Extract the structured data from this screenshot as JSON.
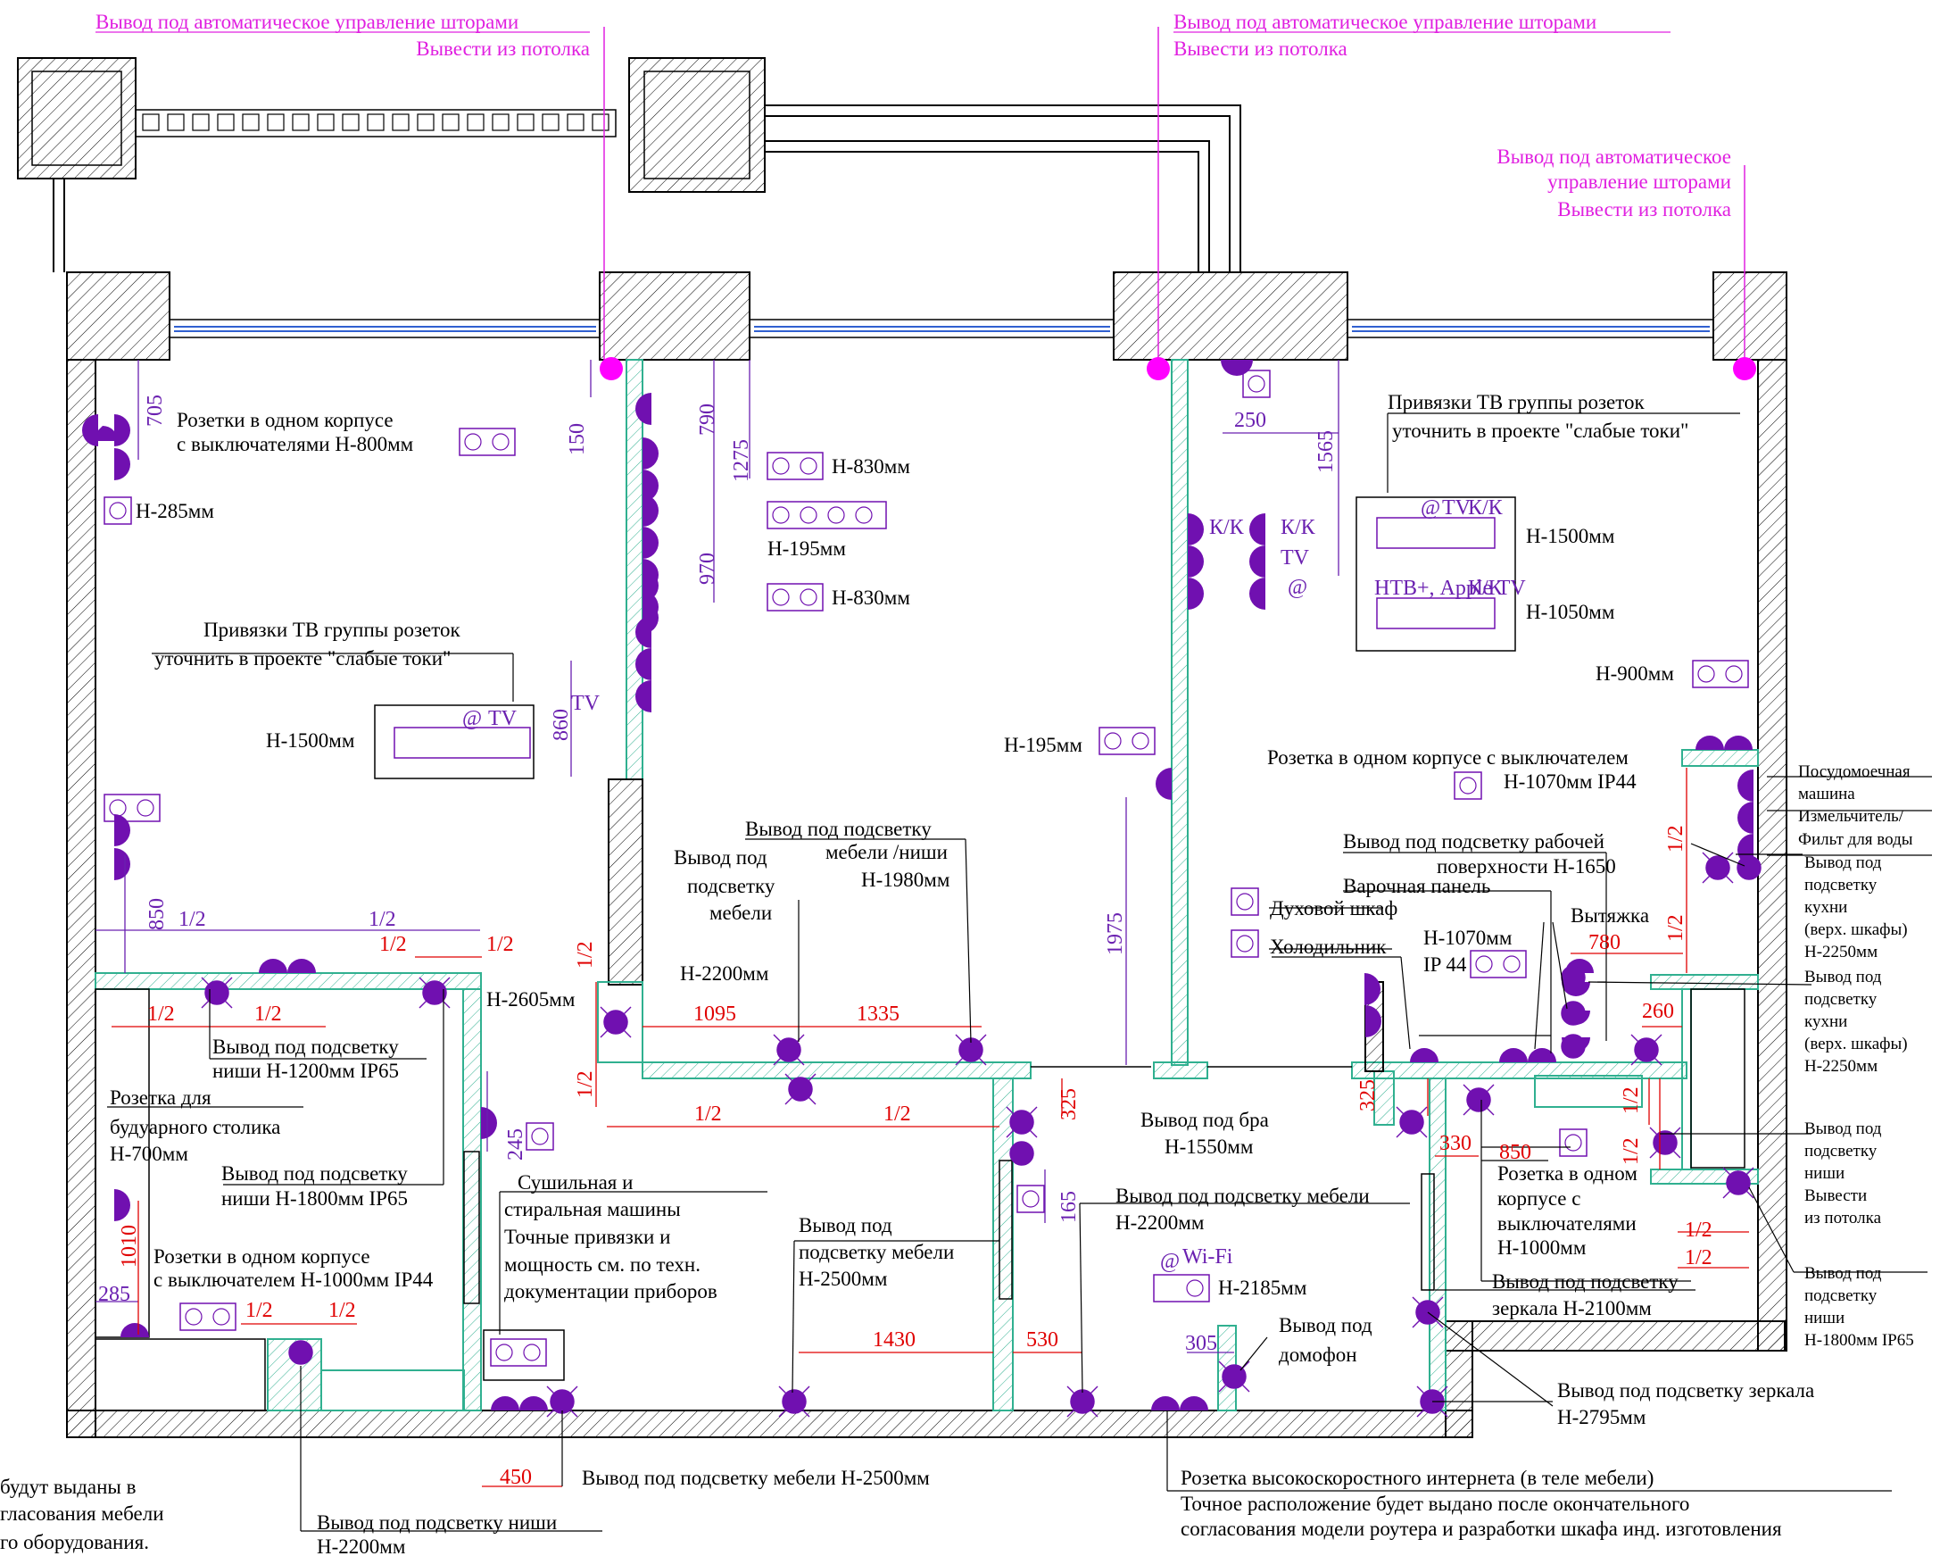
{
  "curtain_notes": {
    "a1": "Вывод под автоматическое управление шторами",
    "a2": "Вывести из потолка",
    "b1": "Вывод под автоматическое управление шторами",
    "b2": "Вывести из потолка",
    "c1": "Вывод под автоматическое",
    "c2": "управление шторами",
    "c3": "Вывести из потолка"
  },
  "labels": {
    "bedroom_sockets_1": "Розетки в одном корпусе",
    "bedroom_sockets_2": "с выключателями Н-800мм",
    "h285": "Н-285мм",
    "tv_bind_1": "Привязки ТВ группы розеток",
    "tv_bind_2": "уточнить в проекте \"слабые токи\"",
    "h1500_left": "Н-1500мм",
    "h830_a": "Н-830мм",
    "h195_a": "Н-195мм",
    "h830_b": "Н-830мм",
    "tv_bind_r1": "Привязки ТВ группы розеток",
    "tv_bind_r2": "уточнить в проекте \"слабые токи\"",
    "h1500_right": "Н-1500мм",
    "h1050": "Н-1050мм",
    "h900": "Н-900мм",
    "h195_b": "Н-195мм",
    "ip44_socket_1": "Розетка в одном корпусе с выключателем",
    "ip44_socket_2": "Н-1070мм   IP44",
    "dishwasher_1": "Посудомоечная",
    "dishwasher_2": "машина",
    "shredder_1": "Измельчитель/",
    "shredder_2": "Фильт для воды",
    "kitchen_light_1": "Вывод под",
    "kitchen_light_2": "подсветку",
    "kitchen_light_3": "кухни",
    "kitchen_light_4": "(верх. шкафы)",
    "kitchen_light_5": "Н-2250мм",
    "kitchen_light_b1": "Вывод под",
    "kitchen_light_b2": "подсветку",
    "kitchen_light_b3": "кухни",
    "kitchen_light_b4": "(верх. шкафы)",
    "kitchen_light_b5": "Н-2250мм",
    "work_light_1": "Вывод под подсветку рабочей",
    "work_light_2": "поверхности Н-1650",
    "hob": "Варочная панель",
    "oven": "Духовой шкаф",
    "fridge": "Холодильник",
    "hood": "Вытяжка",
    "h1070": "Н-1070мм",
    "ip44": "IP 44",
    "furn_niche_1": "Вывод под подсветку",
    "furn_niche_2": "мебели /ниши",
    "furn_niche_3": "Н-1980мм",
    "furn_2200_1": "Вывод под",
    "furn_2200_2": "подсветку",
    "furn_2200_3": "мебели",
    "furn_2200_4": "Н-2200мм",
    "h2605": "Н-2605мм",
    "niche1200_1": "Вывод под подсветку",
    "niche1200_2": "ниши  Н-1200мм  IP65",
    "vanity_1": "Розетка для",
    "vanity_2": "будуарного столика",
    "vanity_3": "Н-700мм",
    "niche1800_1": "Вывод под подсветку",
    "niche1800_2": "ниши  Н-1800мм  IP65",
    "bath_sockets_1": "Розетки в одном корпусе",
    "bath_sockets_2": "с выключателем Н-1000мм IP44",
    "washer_1": "Сушильная и",
    "washer_2": "стиральная машины",
    "washer_3": "Точные привязки и",
    "washer_4": "мощность см. по техн.",
    "washer_5": "документации приборов",
    "furn2500_1": "Вывод под",
    "furn2500_2": "подсветку мебели",
    "furn2500_3": "Н-2500мм",
    "sconce_1": "Вывод под бра",
    "sconce_2": "Н-1550мм",
    "furnlight_1": "Вывод под подсветку мебели",
    "furnlight_2": "Н-2200мм",
    "wifi": "Wi-Fi",
    "h2185": "Н-2185мм",
    "intercom_1": "Вывод под",
    "intercom_2": "домофон",
    "socket1000_1": "Розетка в одном",
    "socket1000_2": "корпусе с",
    "socket1000_3": "выключателями",
    "socket1000_4": "Н-1000мм",
    "mirror2100_1": "Вывод под подсветку",
    "mirror2100_2": "зеркала  Н-2100мм",
    "niche_ceil_1": "Вывод под",
    "niche_ceil_2": "подсветку",
    "niche_ceil_3": "ниши",
    "niche_ceil_4": "Вывести",
    "niche_ceil_5": "из потолка",
    "niche1800r_1": "Вывод под",
    "niche1800r_2": "подсветку",
    "niche1800r_3": "ниши",
    "niche1800r_4": "Н-1800мм  IP65",
    "mirror2795_1": "Вывод под подсветку зеркала",
    "mirror2795_2": "Н-2795мм",
    "furn2500b": "Вывод под  подсветку мебели Н-2500мм",
    "niche2200_1": "Вывод под  подсветку ниши",
    "niche2200_2": "Н-2200мм",
    "internet_1": "Розетка высокоскоростного интернета  (в теле мебели)",
    "internet_2": "Точное расположение будет выдано после окончательного",
    "internet_3": "согласования модели роутера и разработки шкафа инд. изготовления",
    "footer_1": "будут выданы в",
    "footer_2": "гласования мебели",
    "footer_3": "го оборудования."
  },
  "marks": {
    "kk1": "К/К",
    "kk2": "К/К",
    "tv": "TV",
    "at": "@",
    "tv_left": "TV",
    "panel_at": "@",
    "panel_tv": "TV",
    "panel_kk": "К/К",
    "panel_htb": "НТВ+, Apple TV",
    "panel_kk2": "К/К",
    "panel_left_at": "@",
    "panel_left_tv": "TV"
  },
  "dims": {
    "d705": "705",
    "d150": "150",
    "d790": "790",
    "d1275": "1275",
    "d970": "970",
    "d860": "860",
    "d250": "250",
    "d1565": "1565",
    "d1975": "1975",
    "d850": "850",
    "d1095": "1095",
    "d1335": "1335",
    "d1430": "1430",
    "d530": "530",
    "d305": "305",
    "d450": "450",
    "d780": "780",
    "d260": "260",
    "d330": "330",
    "d850b": "850",
    "d325a": "325",
    "d325b": "325",
    "d245": "245",
    "d165": "165",
    "d1010": "1010",
    "d285": "285",
    "half": "1/2"
  },
  "colors": {
    "wall_hatch": "#000000",
    "partition": "#30b090",
    "device": "#7010b0",
    "curtain_point": "#ff00ff",
    "dimension_red": "#e00000",
    "dimension_purple": "#6a20b0"
  }
}
